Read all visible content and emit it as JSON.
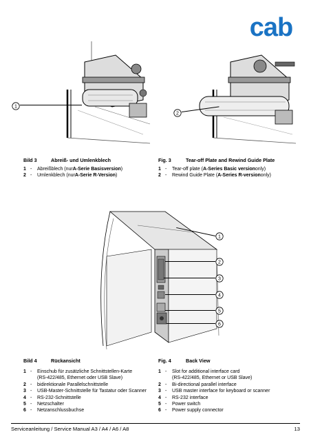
{
  "brand": {
    "logo_text": "cab",
    "color": "#1a73c4"
  },
  "figures": {
    "fig3_de": {
      "callouts": [
        "1"
      ],
      "caption_num": "Bild 3",
      "caption_title": "Abreiß- und Umlenkblech",
      "items": [
        {
          "n": "1",
          "pre": "Abreißblech (nur ",
          "bold": "A-Serie Basisversion",
          "post": ")"
        },
        {
          "n": "2",
          "pre": "Umlenkblech (nur ",
          "bold": "A-Serie R-Version",
          "post": ")"
        }
      ]
    },
    "fig3_en": {
      "callouts": [
        "2"
      ],
      "caption_num": "Fig. 3",
      "caption_title": "Tear-off Plate and Rewind Guide Plate",
      "items": [
        {
          "n": "1",
          "pre": "Tear-off plate (",
          "bold": "A-Series Basic version",
          "post": " only)"
        },
        {
          "n": "2",
          "pre": "Rewind Guide Plate (",
          "bold": "A-Series R-version",
          "post": " only)"
        }
      ]
    },
    "fig4": {
      "callouts": [
        "1",
        "2",
        "3",
        "4",
        "5",
        "6"
      ]
    },
    "fig4_de": {
      "caption_num": "Bild 4",
      "caption_title": "Rückansicht",
      "items": [
        {
          "n": "1",
          "text": "Einschub für zusätzliche Schnittstellen-Karte",
          "cont": "(RS-422/485, Ethernet oder USB Slave)"
        },
        {
          "n": "2",
          "text": "bidirektionale Parallelschnittstelle"
        },
        {
          "n": "3",
          "text": "USB-Master-Schnittstelle für Tastatur oder Scanner"
        },
        {
          "n": "4",
          "text": "RS-232-Schnittstelle"
        },
        {
          "n": "5",
          "text": "Netzschalter"
        },
        {
          "n": "6",
          "text": "Netzanschlussbuchse"
        }
      ]
    },
    "fig4_en": {
      "caption_num": "Fig. 4",
      "caption_title": "Back View",
      "items": [
        {
          "n": "1",
          "text": "Slot for additional interface card",
          "cont": "(RS-422/485, Ethernet or USB Slave)"
        },
        {
          "n": "2",
          "text": "Bi-directional parallel interface"
        },
        {
          "n": "3",
          "text": "USB master interface for keyboard or scanner"
        },
        {
          "n": "4",
          "text": "RS-232 interface"
        },
        {
          "n": "5",
          "text": "Power switch"
        },
        {
          "n": "6",
          "text": "Power supply connector"
        }
      ]
    }
  },
  "footer": {
    "left": "Serviceanleitung / Service Manual A3 / A4 / A6 / A8",
    "page": "13"
  }
}
